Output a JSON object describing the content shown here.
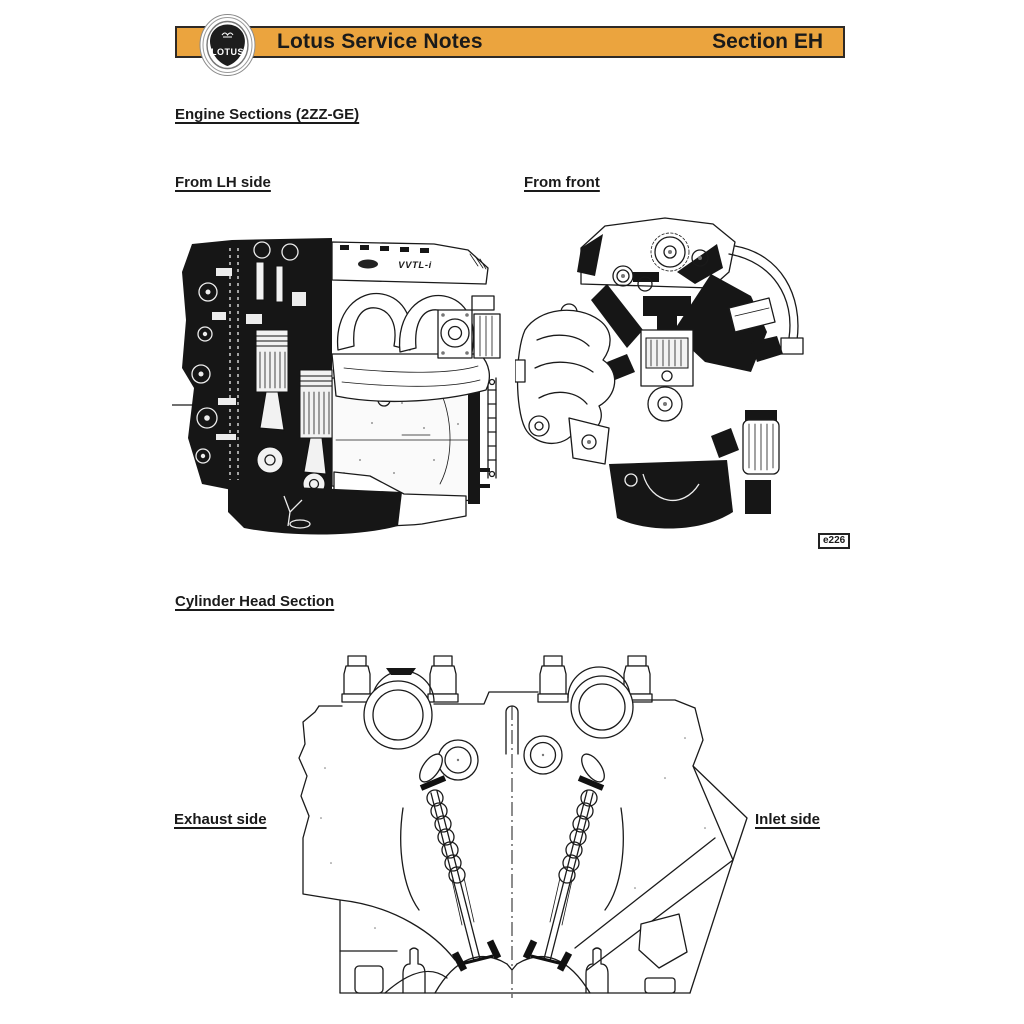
{
  "header": {
    "logo_text": "LOTUS",
    "title": "Lotus Service Notes",
    "section": "Section EH"
  },
  "engine_sections": {
    "heading": "Engine Sections (2ZZ-GE)",
    "from_lh_label": "From LH side",
    "from_front_label": "From front",
    "engine_cover_badge": "VVTL-i",
    "figure_code": "e226"
  },
  "cylinder_head": {
    "heading": "Cylinder Head Section",
    "exhaust_label": "Exhaust side",
    "inlet_label": "Inlet side"
  },
  "colors": {
    "header_bg": "#EBA43E",
    "header_border": "#2E2A26",
    "text": "#1A1A1A",
    "line_art": "#1A1A1A",
    "cutaway_black": "#161616",
    "page_bg": "#FFFFFF"
  }
}
